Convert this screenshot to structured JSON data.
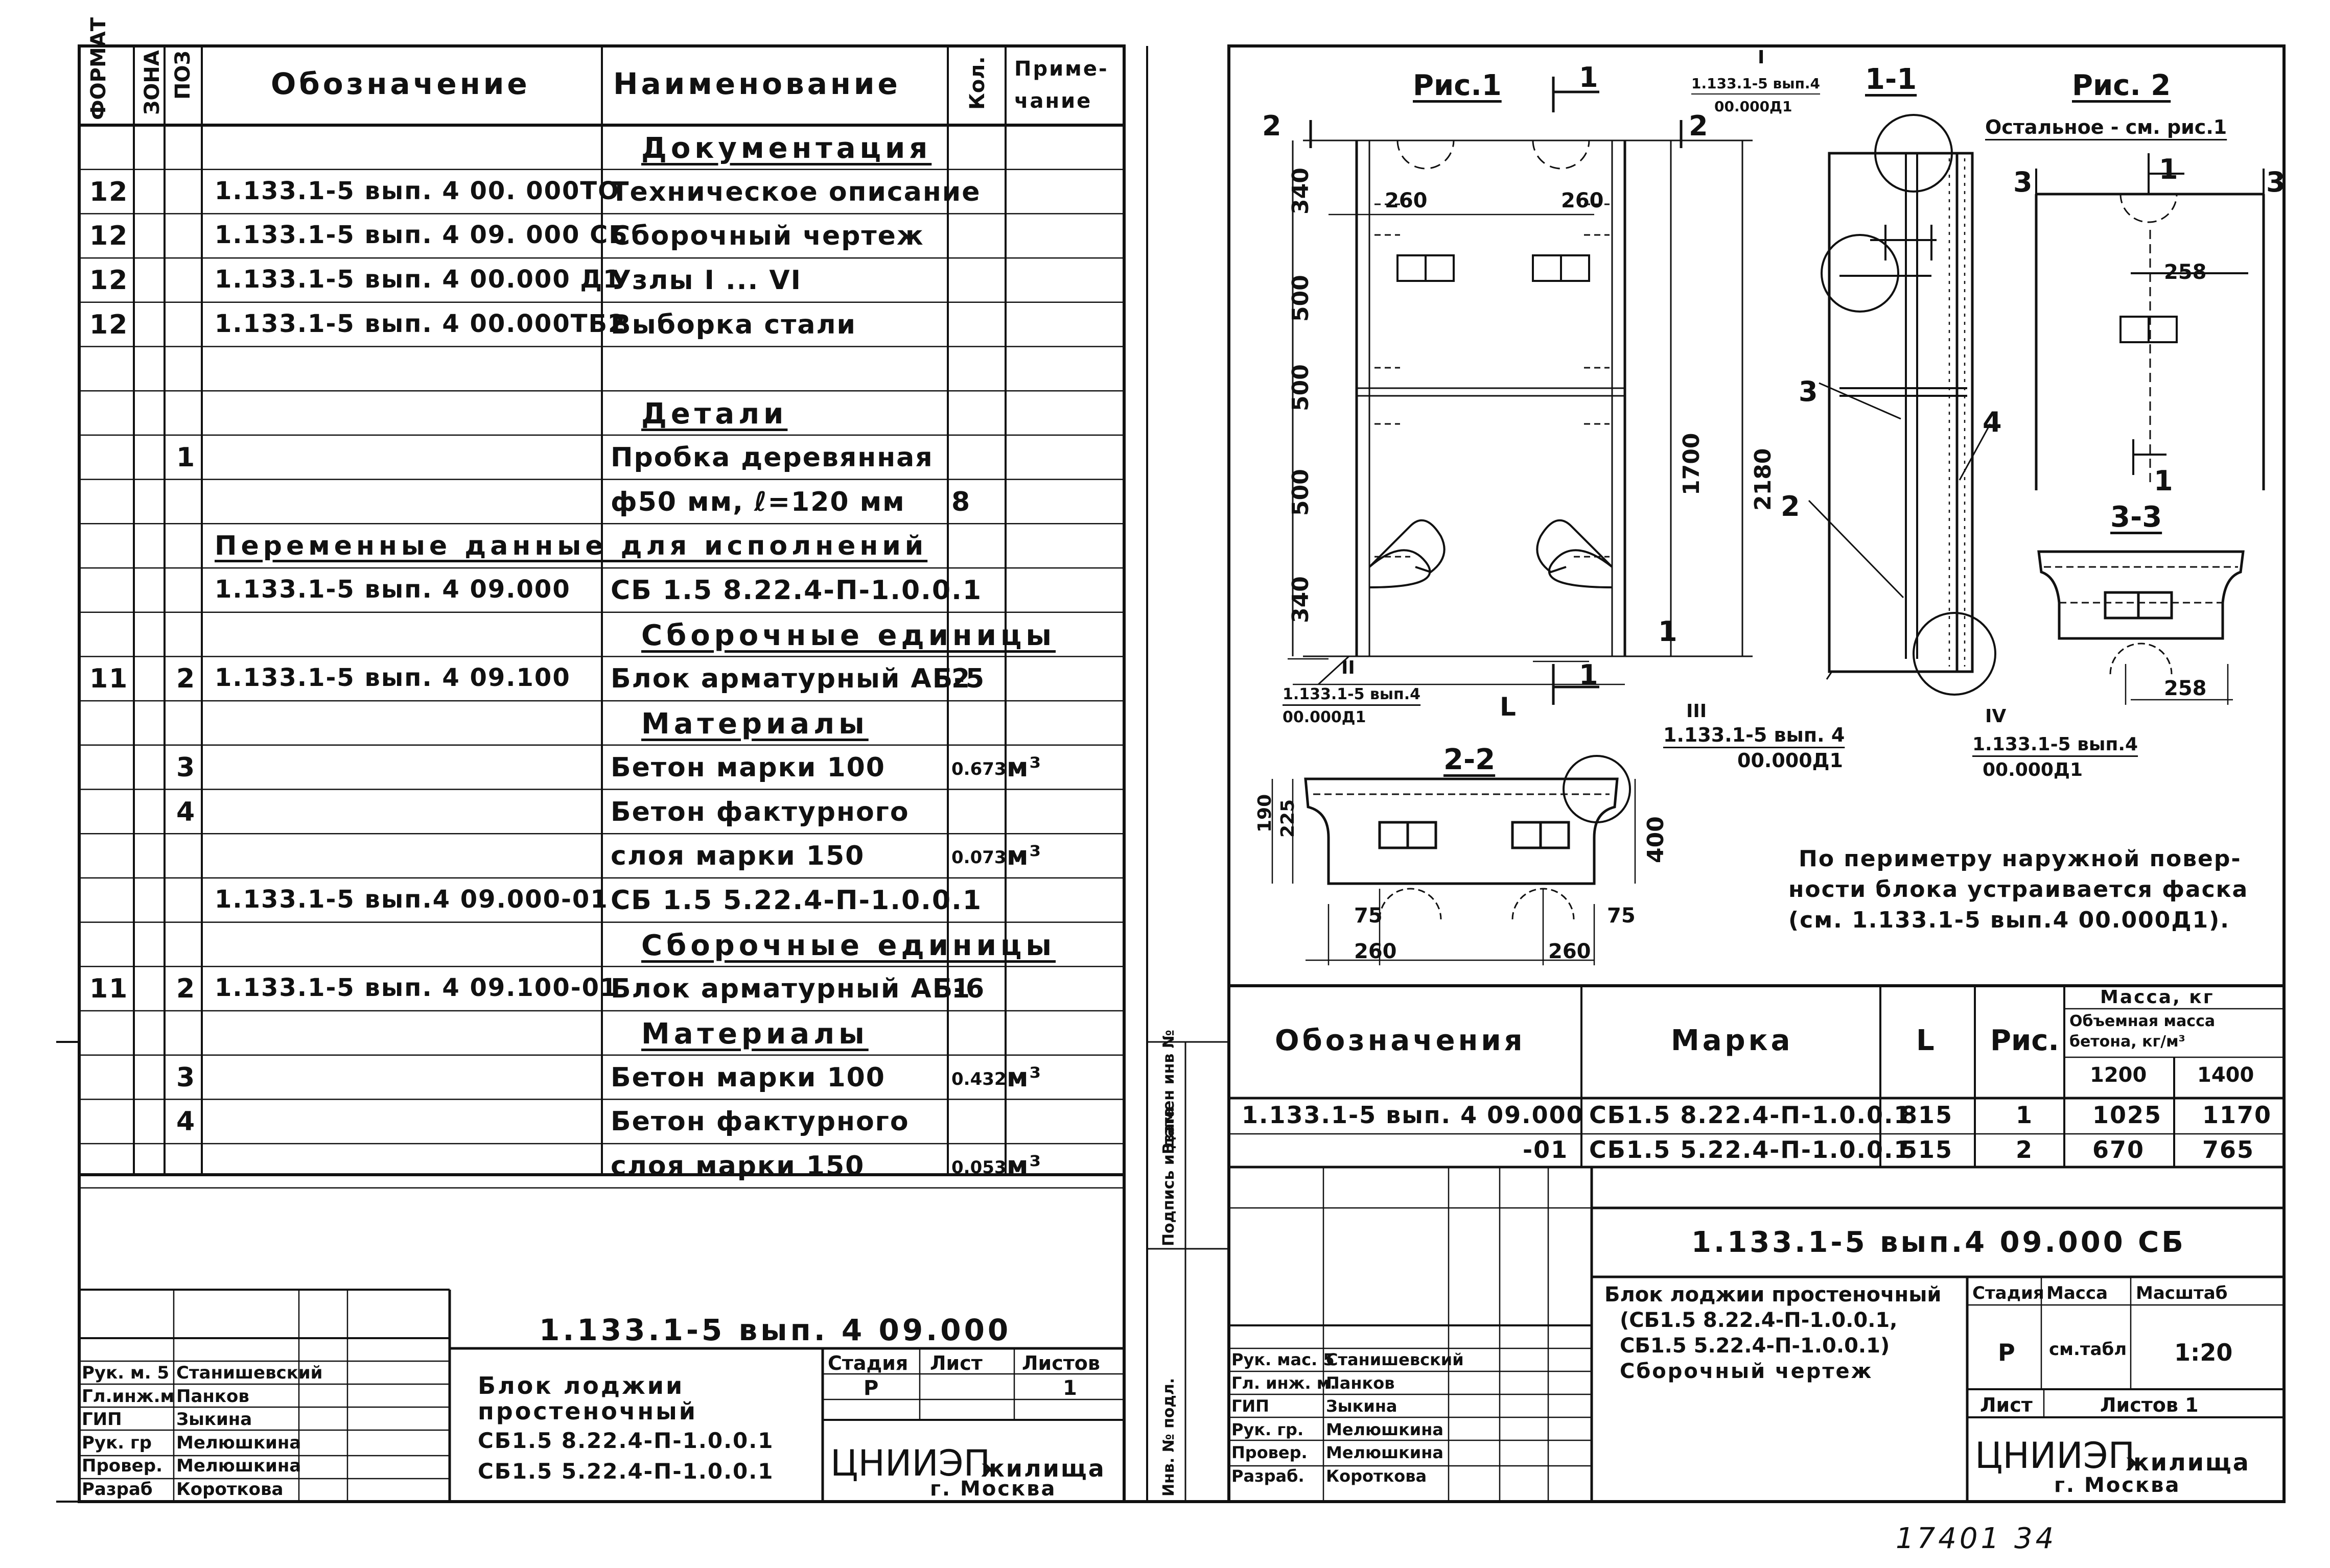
{
  "spec": {
    "headers": {
      "format": "ФОРМАТ",
      "zone": "ЗОНА",
      "pos": "ПОЗ",
      "designation": "Обозначение",
      "name": "Наименование",
      "qty": "Кол.",
      "note1": "Приме-",
      "note2": "чание"
    },
    "rows": [
      {
        "format": "",
        "pos": "",
        "designation": "",
        "name": "Документация",
        "qty": "",
        "unit": "",
        "section": true
      },
      {
        "format": "12",
        "pos": "",
        "designation": "1.133.1-5 вып. 4 00. 000ТО",
        "name": "Техническое описание",
        "qty": "",
        "unit": ""
      },
      {
        "format": "12",
        "pos": "",
        "designation": "1.133.1-5 вып. 4 09. 000 СБ",
        "name": "Сборочный чертеж",
        "qty": "",
        "unit": ""
      },
      {
        "format": "12",
        "pos": "",
        "designation": "1.133.1-5 вып. 4 00.000 Д1",
        "name": "Узлы I ... VI",
        "qty": "",
        "unit": ""
      },
      {
        "format": "12",
        "pos": "",
        "designation": "1.133.1-5 вып. 4 00.000ТБ2",
        "name": "Выборка стали",
        "qty": "",
        "unit": ""
      },
      {
        "format": "",
        "pos": "",
        "designation": "",
        "name": "",
        "qty": "",
        "unit": ""
      },
      {
        "format": "",
        "pos": "",
        "designation": "",
        "name": "Детали",
        "qty": "",
        "unit": "",
        "section": true
      },
      {
        "format": "",
        "pos": "1",
        "designation": "",
        "name": "Пробка деревянная",
        "qty": "",
        "unit": ""
      },
      {
        "format": "",
        "pos": "",
        "designation": "",
        "name": "ф50 мм, ℓ=120 мм",
        "qty": "8",
        "unit": ""
      },
      {
        "format": "",
        "pos": "",
        "designation": "Переменные данные для исполнений",
        "name": "",
        "qty": "",
        "unit": "",
        "wide": true
      },
      {
        "format": "",
        "pos": "",
        "designation": "1.133.1-5 вып. 4 09.000",
        "name": "СБ 1.5 8.22.4-П-1.0.0.1",
        "qty": "",
        "unit": ""
      },
      {
        "format": "",
        "pos": "",
        "designation": "",
        "name": "Сборочные единицы",
        "qty": "",
        "unit": "",
        "section": true
      },
      {
        "format": "11",
        "pos": "2",
        "designation": "1.133.1-5 вып. 4 09.100",
        "name": "Блок арматурный АБ-5",
        "qty": "2",
        "unit": ""
      },
      {
        "format": "",
        "pos": "",
        "designation": "",
        "name": "Материалы",
        "qty": "",
        "unit": "",
        "section": true
      },
      {
        "format": "",
        "pos": "3",
        "designation": "",
        "name": "Бетон марки 100",
        "qty": "0.673",
        "unit": "м³"
      },
      {
        "format": "",
        "pos": "4",
        "designation": "",
        "name": "Бетон фактурного",
        "qty": "",
        "unit": ""
      },
      {
        "format": "",
        "pos": "",
        "designation": "",
        "name": "слоя марки 150",
        "qty": "0.073",
        "unit": "м³"
      },
      {
        "format": "",
        "pos": "",
        "designation": "1.133.1-5 вып.4 09.000-01",
        "name": "СБ 1.5 5.22.4-П-1.0.0.1",
        "qty": "",
        "unit": ""
      },
      {
        "format": "",
        "pos": "",
        "designation": "",
        "name": "Сборочные единицы",
        "qty": "",
        "unit": "",
        "section": true
      },
      {
        "format": "11",
        "pos": "2",
        "designation": "1.133.1-5 вып. 4 09.100-01",
        "name": "Блок арматурный АБ-6",
        "qty": "1",
        "unit": ""
      },
      {
        "format": "",
        "pos": "",
        "designation": "",
        "name": "Материалы",
        "qty": "",
        "unit": "",
        "section": true
      },
      {
        "format": "",
        "pos": "3",
        "designation": "",
        "name": "Бетон марки 100",
        "qty": "0.432",
        "unit": "м³"
      },
      {
        "format": "",
        "pos": "4",
        "designation": "",
        "name": "Бетон фактурного",
        "qty": "",
        "unit": ""
      },
      {
        "format": "",
        "pos": "",
        "designation": "",
        "name": "слоя марки 150",
        "qty": "0.053",
        "unit": "м³"
      }
    ]
  },
  "left_stamp": {
    "code": "1.133.1-5 вып. 4 09.000",
    "title": [
      "Блок лоджии",
      "простеночный",
      "СБ1.5 8.22.4-П-1.0.0.1",
      "СБ1.5 5.22.4-П-1.0.0.1"
    ],
    "stage_h": "Стадия",
    "sheet_h": "Лист",
    "sheets_h": "Листов",
    "stage": "Р",
    "sheets": "1",
    "org": "ЦНИИЭП",
    "org2": "жилища",
    "city": "г. Москва",
    "people": [
      {
        "role": "Рук. м. 5",
        "name": "Станишевский"
      },
      {
        "role": "Гл.инж.м",
        "name": "Панков"
      },
      {
        "role": "ГИП",
        "name": "Зыкина"
      },
      {
        "role": "Рук. гр",
        "name": "Мелюшкина"
      },
      {
        "role": "Провер.",
        "name": "Мелюшкина"
      },
      {
        "role": "Разраб",
        "name": "Короткова"
      }
    ]
  },
  "margin_labels": [
    "Инв. № подл.",
    "Подпись и дата",
    "Взамен инв №"
  ],
  "drawing": {
    "fig1": "Рис.1",
    "fig2": "Рис. 2",
    "fig2_note": "Остальное - см. рис.1",
    "sec11": "1-1",
    "sec22": "2-2",
    "sec33": "3-3",
    "dims": {
      "d340a": "340",
      "d500a": "500",
      "d500b": "500",
      "d500c": "500",
      "d340b": "340",
      "d1700": "1700",
      "d2180": "2180",
      "d260a": "260",
      "d260b": "260",
      "d258a": "258",
      "d258b": "258",
      "d190": "190",
      "d225": "225",
      "d400": "400",
      "d75a": "75",
      "d75b": "75",
      "d260c": "260",
      "d260d": "260",
      "L": "L"
    },
    "marks": {
      "m1": "1",
      "m2": "2",
      "m3": "3",
      "m4": "4",
      "c1": "1",
      "c2": "2",
      "c3": "3",
      "c3b": "3"
    },
    "callouts": [
      {
        "num": "I",
        "ref": "1.133.1-5 вып.4",
        "ref2": "00.000Д1"
      },
      {
        "num": "II",
        "ref": "1.133.1-5 вып.4",
        "ref2": "00.000Д1"
      },
      {
        "num": "III",
        "ref": "1.133.1-5 вып. 4",
        "ref2": "00.000Д1"
      },
      {
        "num": "IV",
        "ref": "1.133.1-5 вып.4",
        "ref2": "00.000Д1"
      }
    ],
    "note": [
      "По периметру наружной повер-",
      "ности блока устраивается фаска",
      "(см. 1.133.1-5 вып.4 00.000Д1)."
    ]
  },
  "var_table": {
    "h_desig": "Обозначения",
    "h_mark": "Марка",
    "h_L": "L",
    "h_fig": "Рис.",
    "h_mass": "Масса, кг",
    "h_dens": "Объемная масса",
    "h_dens2": "бетона, кг/м³",
    "d1": "1200",
    "d2": "1400",
    "rows": [
      {
        "desig": "1.133.1-5 вып. 4 09.000",
        "mark": "СБ1.5 8.22.4-П-1.0.0.1",
        "L": "815",
        "fig": "1",
        "m1": "1025",
        "m2": "1170"
      },
      {
        "desig": "-01",
        "mark": "СБ1.5 5.22.4-П-1.0.0.1",
        "L": "515",
        "fig": "2",
        "m1": "670",
        "m2": "765"
      }
    ]
  },
  "right_stamp": {
    "code": "1.133.1-5 вып.4 09.000 СБ",
    "title": [
      "Блок лоджии простеночный",
      "(СБ1.5 8.22.4-П-1.0.0.1,",
      "СБ1.5 5.22.4-П-1.0.0.1)",
      "Сборочный чертеж"
    ],
    "stage_h": "Стадия",
    "mass_h": "Масса",
    "scale_h": "Масштаб",
    "stage": "Р",
    "mass": "см.табл",
    "scale": "1:20",
    "sheet_h": "Лист",
    "sheets_h": "Листов 1",
    "org": "ЦНИИЭП",
    "org2": "жилища",
    "city": "г. Москва",
    "people": [
      {
        "role": "Рук. мас. 5",
        "name": "Станишевский"
      },
      {
        "role": "Гл. инж. м.",
        "name": "Панков"
      },
      {
        "role": "ГИП",
        "name": "Зыкина"
      },
      {
        "role": "Рук. гр.",
        "name": "Мелюшкина"
      },
      {
        "role": "Провер.",
        "name": "Мелюшкина"
      },
      {
        "role": "Разраб.",
        "name": "Короткова"
      }
    ]
  },
  "footer_note": "17401 34"
}
